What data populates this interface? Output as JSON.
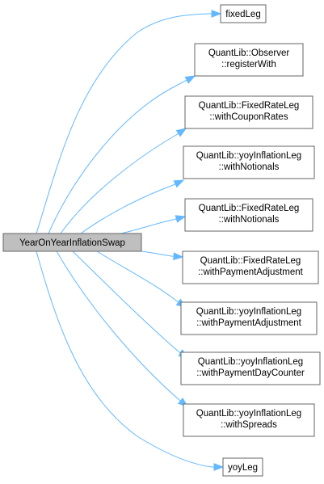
{
  "graph": {
    "source": {
      "label": "YearOnYearInflationSwap"
    },
    "targets": [
      {
        "id": "fixedLeg",
        "lines": [
          "fixedLeg"
        ]
      },
      {
        "id": "observer-registerWith",
        "lines": [
          "QuantLib::Observer",
          "::registerWith"
        ]
      },
      {
        "id": "fixedRateLeg-withCouponRates",
        "lines": [
          "QuantLib::FixedRateLeg",
          "::withCouponRates"
        ]
      },
      {
        "id": "yoyInflationLeg-withNotionals",
        "lines": [
          "QuantLib::yoyInflationLeg",
          "::withNotionals"
        ]
      },
      {
        "id": "fixedRateLeg-withNotionals",
        "lines": [
          "QuantLib::FixedRateLeg",
          "::withNotionals"
        ]
      },
      {
        "id": "fixedRateLeg-withPaymentAdjustment",
        "lines": [
          "QuantLib::FixedRateLeg",
          "::withPaymentAdjustment"
        ]
      },
      {
        "id": "yoyInflationLeg-withPaymentAdjustment",
        "lines": [
          "QuantLib::yoyInflationLeg",
          "::withPaymentAdjustment"
        ]
      },
      {
        "id": "yoyInflationLeg-withPaymentDayCounter",
        "lines": [
          "QuantLib::yoyInflationLeg",
          "::withPaymentDayCounter"
        ]
      },
      {
        "id": "yoyInflationLeg-withSpreads",
        "lines": [
          "QuantLib::yoyInflationLeg",
          "::withSpreads"
        ]
      },
      {
        "id": "yoyLeg",
        "lines": [
          "yoyLeg"
        ]
      }
    ],
    "colors": {
      "edge": "#63b8ff",
      "root_fill": "#bfbfbf",
      "node_border": "#666666"
    }
  }
}
